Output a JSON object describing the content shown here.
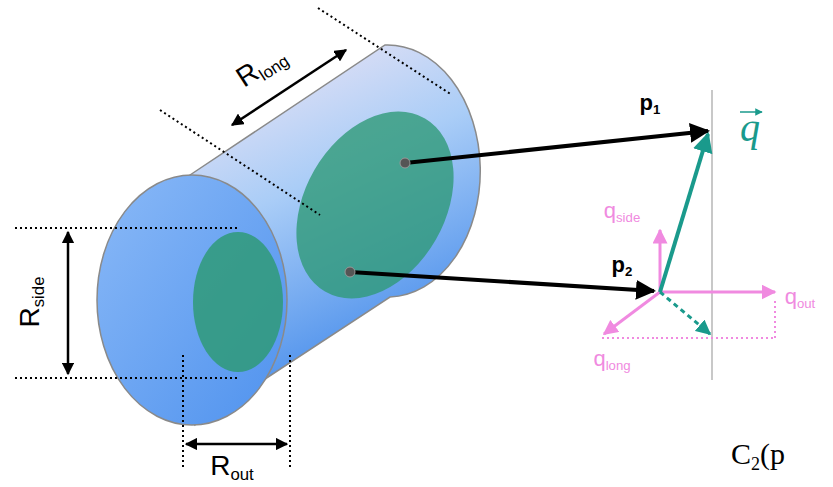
{
  "diagram": {
    "labels": [
      "Rlong",
      "Rside",
      "Rout",
      "p1",
      "p2",
      "q",
      "qside",
      "qout",
      "qlong",
      "C2(p"
    ]
  }
}
